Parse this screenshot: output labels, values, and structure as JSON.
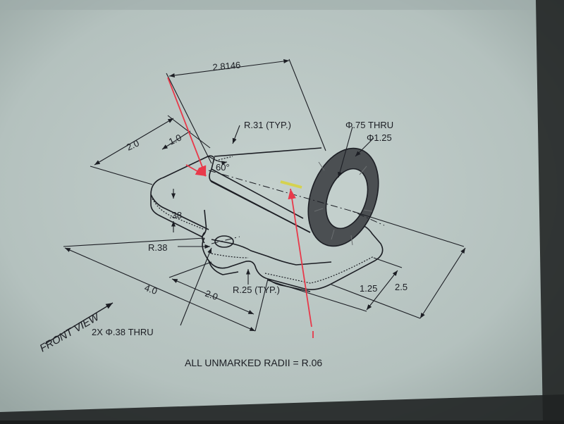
{
  "colors": {
    "paper": "#b8c5c2",
    "ink": "#1c1e24",
    "annotation_red": "#e8394a",
    "highlight_yellow": "#d8d23a",
    "bore_shading": "#4b4f52"
  },
  "dimensions": {
    "overall_length": "2.8146",
    "fillet_typ": "R.31 (TYP.)",
    "bore_through": "Φ.75 THRU",
    "outer_diameter": "Φ1.25",
    "width_left": "2.0",
    "width_step": "1.0",
    "angle": "60°",
    "height": ".38",
    "corner_radius": "R.38",
    "base_length": "4.0",
    "slot_length": "2.0",
    "slot_radius": "R.25 (TYP.)",
    "depth_small": "1.25",
    "depth_total": "2.5",
    "holes": "2X Φ.38 THRU"
  },
  "labels": {
    "front_view": "FRONT VIEW",
    "general_note": "ALL UNMARKED RADII = R.06"
  }
}
